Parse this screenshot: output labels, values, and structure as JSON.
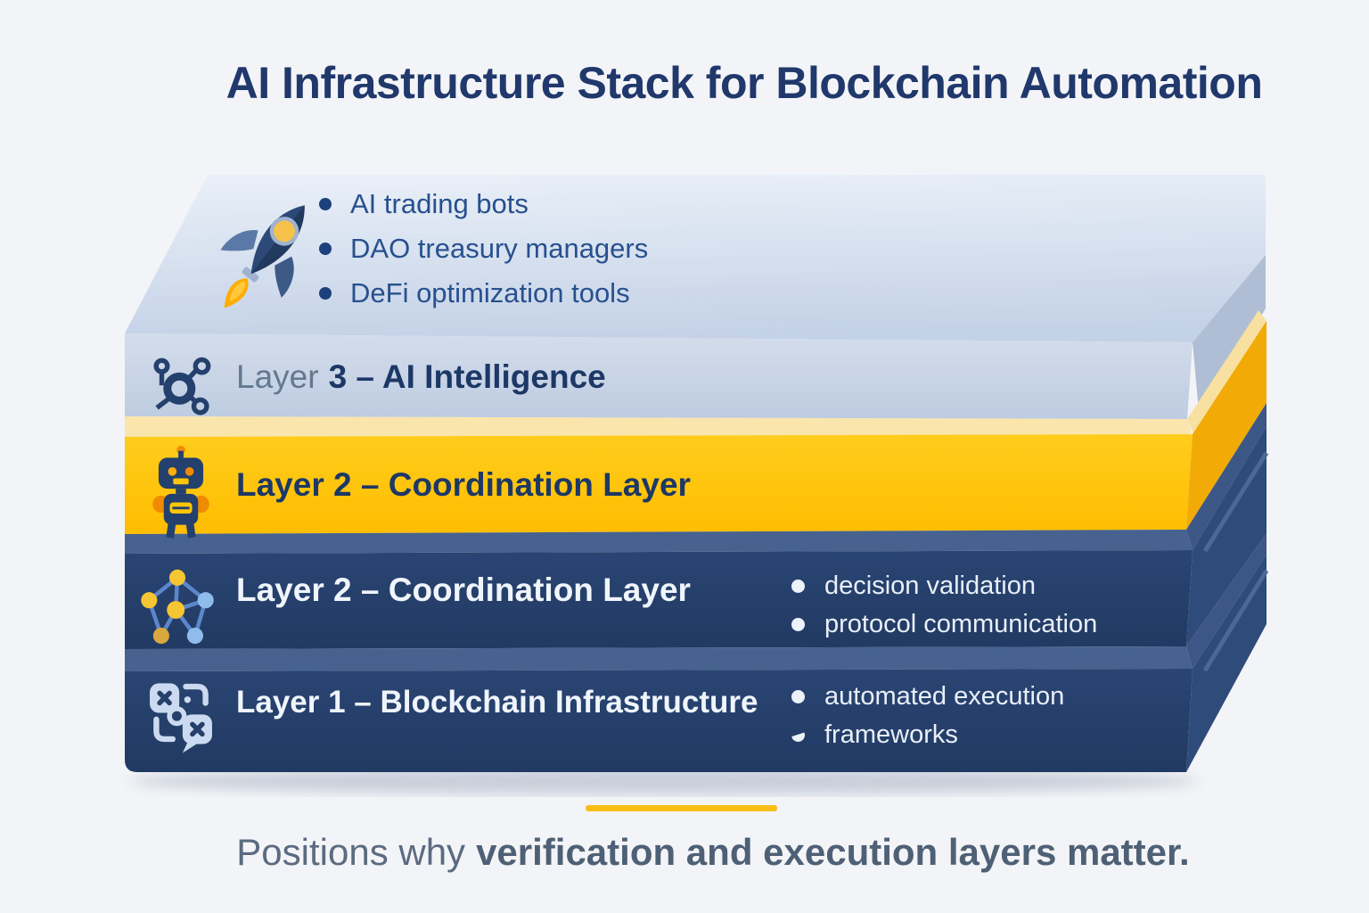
{
  "title": "AI Infrastructure Stack for Blockchain Automation",
  "stack": {
    "top": {
      "icon": "rocket-icon",
      "bullets": [
        "AI trading bots",
        "DAO treasury managers",
        "DeFi optimization tools"
      ]
    },
    "layer3": {
      "icon": "molecule-network-icon",
      "label_light": "Layer",
      "label_dark": "3 – AI Intelligence"
    },
    "layer2_yellow": {
      "icon": "robot-icon",
      "label": "Layer 2 – Coordination Layer"
    },
    "layer2_navy": {
      "icon": "network-graph-icon",
      "label": "Layer 2 – Coordination Layer",
      "bullets": [
        "decision validation",
        "protocol communication"
      ]
    },
    "layer1": {
      "icon": "blockchain-blocks-icon",
      "label": "Layer 1 – Blockchain Infrastructure",
      "bullets": [
        "automated execution",
        "frameworks"
      ]
    }
  },
  "footer": {
    "caption_regular": "Positions why",
    "caption_bold": "verification and execution layers matter."
  },
  "colors": {
    "background": "#F3F4F7",
    "title_navy": "#20386B",
    "light_face": "#DCE6F3",
    "cream": "#FAE5AC",
    "yellow": "#FFC408",
    "navy_front": "#24406D",
    "navy_bevel": "#47628F",
    "divider_yellow": "#F9BE15",
    "caption_gray": "#5B6B80",
    "bullet_blue": "#27508E",
    "white_text": "#EFF4FB"
  }
}
